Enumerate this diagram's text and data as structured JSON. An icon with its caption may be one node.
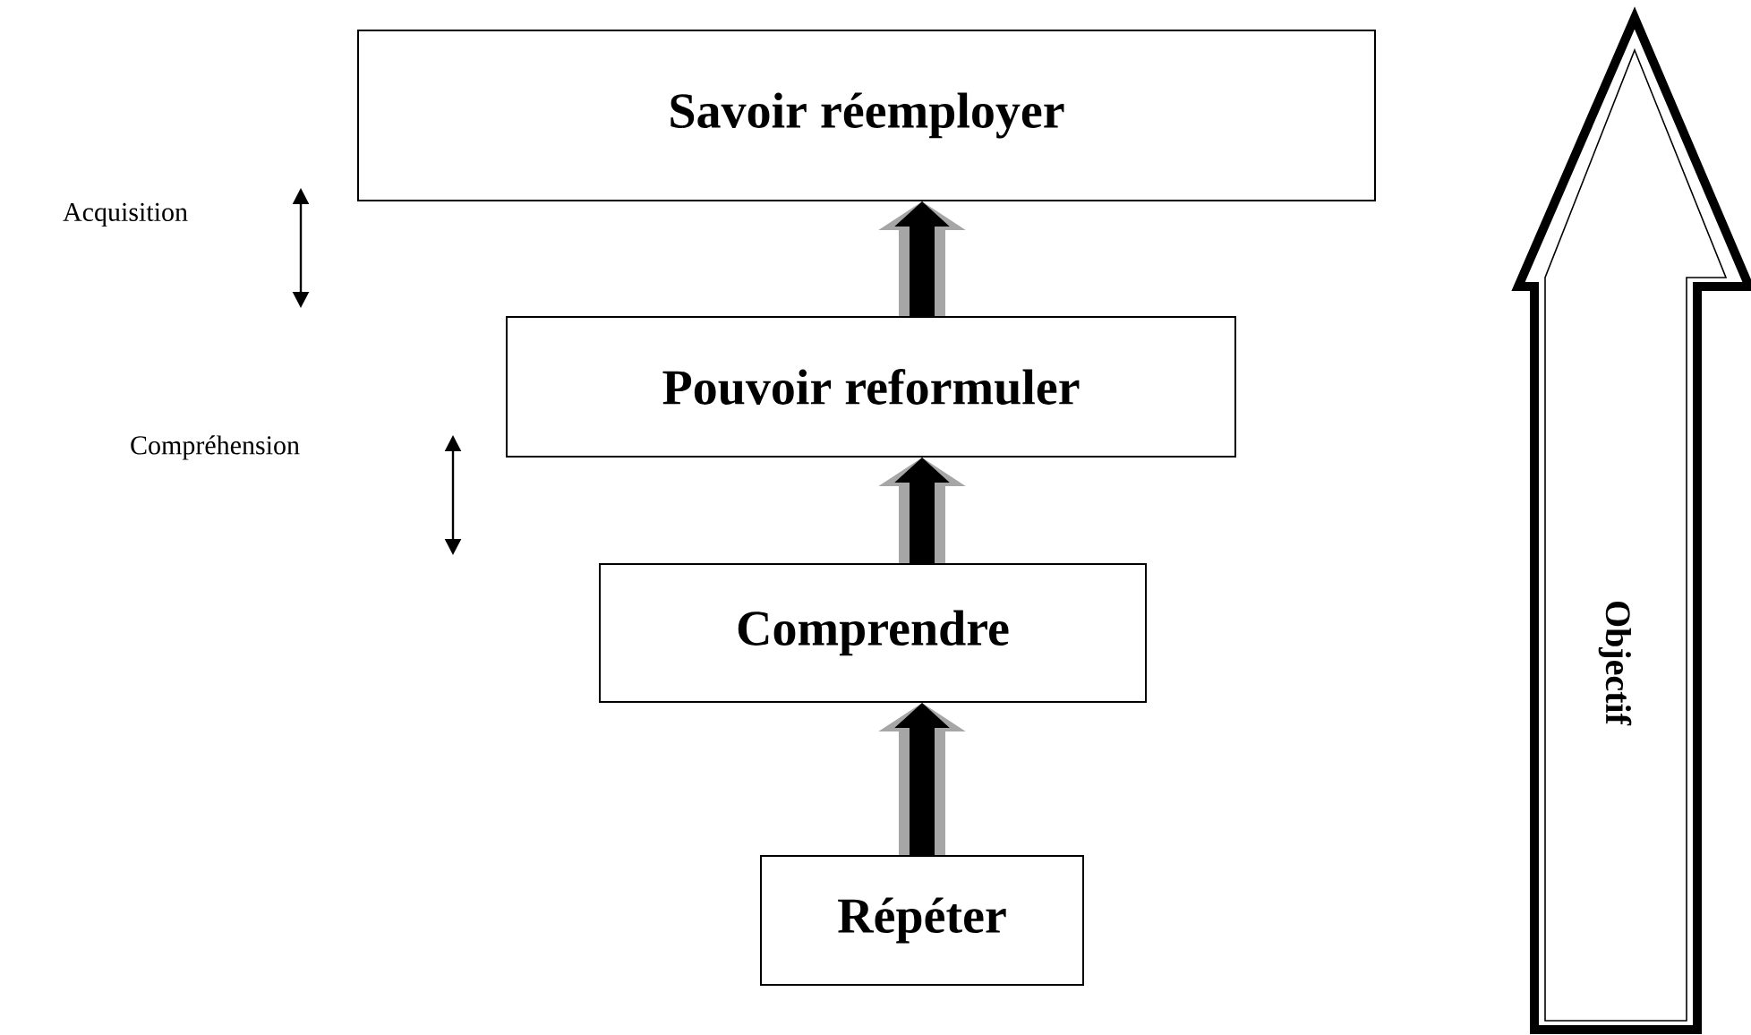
{
  "diagram": {
    "nodes": [
      {
        "text": [
          "Savoir réemployer"
        ]
      },
      {
        "text": [
          "Pouvoir reformuler"
        ]
      },
      {
        "text": [
          "Comprendre"
        ]
      },
      {
        "text": [
          "Répéter"
        ]
      },
      {
        "text": [
          "Objectif"
        ]
      }
    ],
    "edges": [
      {
        "from": 3,
        "to": 2,
        "arrow": "to"
      },
      {
        "from": 2,
        "to": 1,
        "arrow": "to"
      },
      {
        "from": 1,
        "to": 0,
        "arrow": "to"
      }
    ],
    "labels": [
      "Acquisition",
      "Compréhension"
    ]
  }
}
